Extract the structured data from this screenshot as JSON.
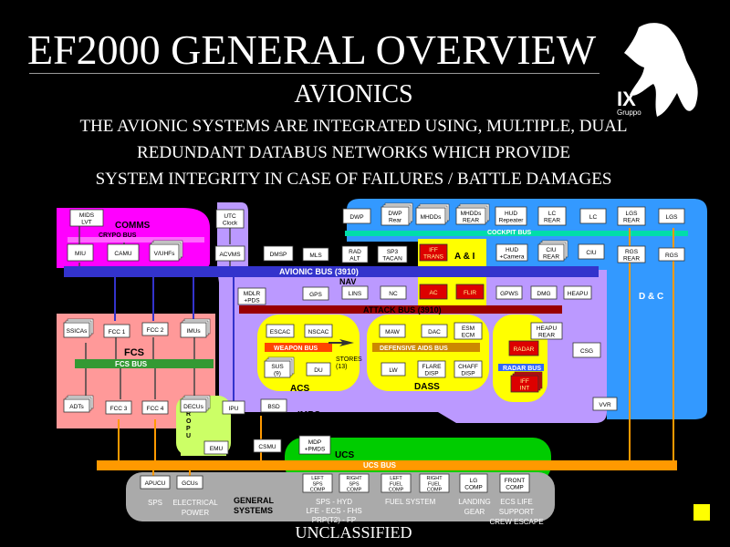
{
  "header": {
    "title": "EF2000 GENERAL OVERVIEW",
    "subtitle": "AVIONICS",
    "description": [
      "THE AVIONIC SYSTEMS ARE INTEGRATED USING, MULTIPLE, DUAL",
      "REDUNDANT DATABUS NETWORKS WHICH  PROVIDE",
      "SYSTEM  INTEGRITY IN CASE OF FAILURES / BATTLE DAMAGES"
    ]
  },
  "logo": {
    "text": "IX",
    "subtext": "Gruppo"
  },
  "footer": {
    "classification": "UNCLASSIFIED"
  },
  "colors": {
    "comms": "#ff00ff",
    "cockpit": "#3399ff",
    "imrs": "#bb99ff",
    "fcs": "#ff9999",
    "a_and_i": "#ffff00",
    "acs": "#ffff00",
    "dass": "#ffff00",
    "propu": "#ccff66",
    "ucs": "#00cc00",
    "general": "#aaaaaa",
    "avionic_bus": "#3333cc",
    "attack_bus": "#990000",
    "fcs_bus": "#339933",
    "ucs_bus": "#ff9900",
    "weapon_bus": "#ff4400",
    "radar_bus": "#3366ff",
    "cockpit_bus": "#00ddaa",
    "crypto_bus": "#ff66ff"
  },
  "groups": {
    "comms": "COMMS",
    "fcs": "FCS",
    "acs": "ACS",
    "dass": "DASS",
    "imrs": "IMRS",
    "ucs": "UCS",
    "dc": "D & C",
    "ai": "A & I",
    "nav": "NAV",
    "propu": "P\nR\nO\nP\nU",
    "general_systems": "GENERAL\nSYSTEMS"
  },
  "buses": {
    "crypto": "CRYPO BUS",
    "cockpit": "COCKPIT BUS",
    "avionic": "AVIONIC BUS (3910)",
    "attack": "ATTACK BUS (3910)",
    "fcs": "FCS BUS",
    "weapon": "WEAPON BUS",
    "defensive": "DEFENSIVE AIDS BUS",
    "radar": "RADAR BUS",
    "ucs": "UCS BUS"
  },
  "units": {
    "mids": "MIDS\nLVT",
    "utc": "UTC\nClock",
    "dwp1": "DWP",
    "dwp_rear": "DWP\nRear",
    "mhdds": "MHDDs",
    "mhdds_rear": "MHDDs\nREAR",
    "hud_rep": "HUD\nRepeater",
    "lc_rear": "LC\nREAR",
    "lc": "LC",
    "lgs_rear": "LGS\nREAR",
    "lgs": "LGS",
    "miu": "MIU",
    "camu": "CAMU",
    "vuhf": "V/UHFs",
    "acvms": "ACVMS",
    "dmsp": "DMSP",
    "mls": "MLS",
    "rad_alt": "RAD\nALT",
    "sp3_tacan": "SP3\nTACAN",
    "iff_trans": "IFF\nTRANS",
    "hud_cam": "HUD\n+Camera",
    "ciu_rear": "CIU\nREAR",
    "ciu": "CIU",
    "rgs_rear": "RGS\nREAR",
    "rgs": "RGS",
    "mdlr": "MDLR\n+PDS",
    "gps": "GPS",
    "lins": "LINS",
    "nc": "NC",
    "ac": "AC",
    "flir": "FLIR",
    "gpws": "GPWS",
    "dmg": "DMG",
    "heapu": "HEAPU",
    "ssica": "SSICAs",
    "fcc1": "FCC 1",
    "fcc2": "FCC 2",
    "imus": "IMUs",
    "escac": "ESCAC",
    "nscac": "NSCAC",
    "maw": "MAW",
    "dac": "DAC",
    "esm": "ESM\nECM",
    "heapu_rear": "HEAPU\nREAR",
    "radar": "RADAR",
    "csg": "CSG",
    "sus": "SUS\n(9)",
    "du": "DU",
    "stores": "STORES\n(13)",
    "lw": "LW",
    "flare": "FLARE\nDISP",
    "chaff": "CHAFF\nDISP",
    "iff_int": "IFF\nINT",
    "vvr": "VVR",
    "adts": "ADTs",
    "fcc3": "FCC 3",
    "fcc4": "FCC 4",
    "decus": "DECUs",
    "ipu": "IPU",
    "bsd": "BSD",
    "emu": "EMU",
    "csmu": "CSMU",
    "mdp": "MDP\n+PMDS",
    "apucu": "APUCU",
    "gcus": "GCUs",
    "lfc_sps": "LEFT\nSPS\nCOMP",
    "rfc_sps": "RIGHT\nSPS\nCOMP",
    "lfc_fuel": "LEFT\nFUEL\nCOMP",
    "rfc_fuel": "RIGHT\nFUEL\nCOMP",
    "lg": "LG\nCOMP",
    "front": "FRONT\nCOMP"
  },
  "bottom_labels": {
    "sps": "SPS",
    "elec": "ELECTRICAL\nPOWER",
    "sps_hyd": "SPS - HYD\nLFE - ECS - FHS\nPRP(T2) - FP",
    "fuel": "FUEL SYSTEM",
    "landing": "LANDING\nGEAR",
    "ecs": "ECS LIFE\nSUPPORT\nCREW ESCAPE"
  }
}
